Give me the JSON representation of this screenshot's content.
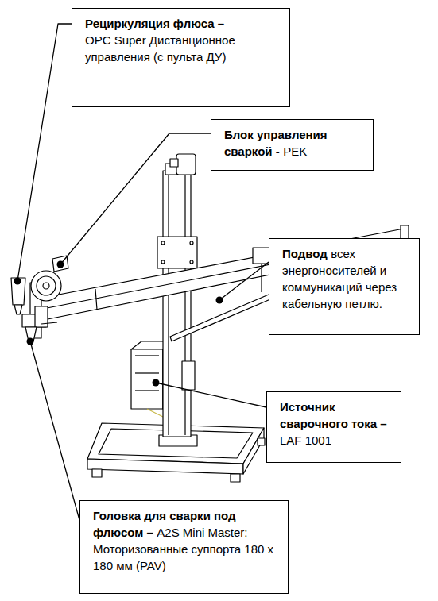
{
  "diagram": {
    "nodes": [
      {
        "text": [
          "Рециркуляция флюса –",
          "OPC Super Дистанционное управления (с пульта ДУ)"
        ]
      },
      {
        "text": [
          "Блок управления сваркой -",
          "PEK"
        ]
      },
      {
        "text": [
          "Подвод",
          "всех энергоносителей и коммуникаций через кабельную петлю."
        ]
      },
      {
        "text": [
          "Источник сварочного тока –",
          "LAF 1001"
        ]
      },
      {
        "text": [
          "Головка для сварки под флюсом –",
          "A2S Mini Master: Моторизованные суппорта 180 х 180 мм (PAV)"
        ]
      }
    ]
  }
}
